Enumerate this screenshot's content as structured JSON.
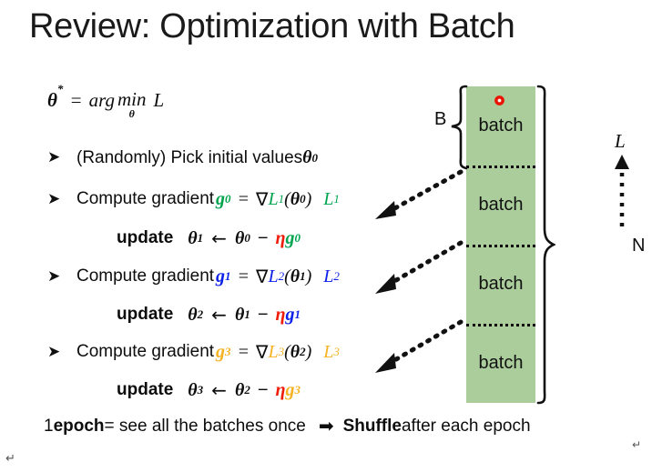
{
  "slide": {
    "title": "Review: Optimization with Batch",
    "background_color": "#ffffff"
  },
  "objective": {
    "theta": "θ",
    "star": "*",
    "equals": "=",
    "arg": "arg",
    "min": "min",
    "sub_theta": "θ",
    "loss": "L",
    "full_text": "θ* = arg min_θ L"
  },
  "steps": [
    {
      "bullet": "➤",
      "text": "(Randomly) Pick initial values ",
      "symbol": "θ",
      "superscript": "0",
      "full_text": "(Randomly) Pick initial values θ0"
    },
    {
      "bullet": "➤",
      "text": "Compute gradient ",
      "grad_symbol": "g",
      "grad_sup": "0",
      "equals": "=",
      "nabla": "∇",
      "loss_symbol": "L",
      "loss_sup": "1",
      "paren_open": "(",
      "theta": "θ",
      "theta_sup": "0",
      "paren_close": ")",
      "tail_loss": "L",
      "tail_loss_sup": "1",
      "color": "#00a44f",
      "full_text": "Compute gradient g0 = ∇L1(θ0)  L1"
    },
    {
      "bullet": "➤",
      "text": "Compute gradient ",
      "grad_symbol": "g",
      "grad_sup": "1",
      "equals": "=",
      "nabla": "∇",
      "loss_symbol": "L",
      "loss_sup": "2",
      "paren_open": "(",
      "theta": "θ",
      "theta_sup": "1",
      "paren_close": ")",
      "tail_loss": "L",
      "tail_loss_sup": "2",
      "color": "#0d22e8",
      "full_text": "Compute gradient g1 = ∇L2(θ1)  L2"
    },
    {
      "bullet": "➤",
      "text": "Compute gradient ",
      "grad_symbol": "g",
      "grad_sup": "3",
      "equals": "=",
      "nabla": "∇",
      "loss_symbol": "L",
      "loss_sup": "3",
      "paren_open": "(",
      "theta": "θ",
      "theta_sup": "2",
      "paren_close": ")",
      "tail_loss": "L",
      "tail_loss_sup": "3",
      "color": "#f5b324",
      "full_text": "Compute gradient g3 = ∇L3(θ2)  L3"
    }
  ],
  "updates": [
    {
      "label": "update",
      "theta_new": "θ",
      "theta_new_sup": "1",
      "arrow": "←",
      "theta_old": "θ",
      "theta_old_sup": "0",
      "minus": "−",
      "eta": "η",
      "grad": "g",
      "grad_sup": "0",
      "grad_color": "#00a44f",
      "eta_color": "#f01c0a",
      "full_text": "update θ1 ← θ0 − ηg0"
    },
    {
      "label": "update",
      "theta_new": "θ",
      "theta_new_sup": "2",
      "arrow": "←",
      "theta_old": "θ",
      "theta_old_sup": "1",
      "minus": "−",
      "eta": "η",
      "grad": "g",
      "grad_sup": "1",
      "grad_color": "#0d22e8",
      "eta_color": "#f01c0a",
      "full_text": "update θ2 ← θ1 − ηg1"
    },
    {
      "label": "update",
      "theta_new": "θ",
      "theta_new_sup": "3",
      "arrow": "←",
      "theta_old": "θ",
      "theta_old_sup": "2",
      "minus": "−",
      "eta": "η",
      "grad": "g",
      "grad_sup": "3",
      "grad_color": "#f5b324",
      "eta_color": "#f01c0a",
      "full_text": "update θ3 ← θ2 − ηg3"
    }
  ],
  "diagram": {
    "column_fill_color": "#abcd9b",
    "marker_color": "#e81400",
    "batches": [
      {
        "label": "batch"
      },
      {
        "label": "batch"
      },
      {
        "label": "batch"
      },
      {
        "label": "batch"
      }
    ],
    "batch_size_label": "B",
    "total_label": "N",
    "loss_axis_label": "L"
  },
  "footer": {
    "prefix_number": "1 ",
    "epoch_bold": "epoch",
    "middle": " = see all the batches once",
    "arrow": "➡",
    "shuffle_bold": "Shuffle",
    "suffix": " after each epoch",
    "full_text": "1 epoch = see all the batches once ➡ Shuffle after each epoch"
  },
  "marks": {
    "paragraph_mark": "↵",
    "paragraph_mark_2": "↵"
  }
}
